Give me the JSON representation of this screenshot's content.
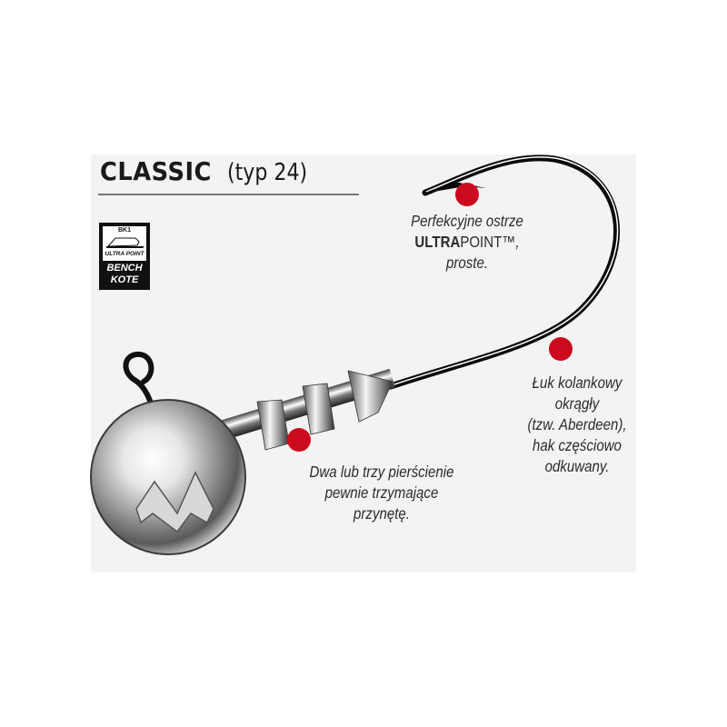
{
  "header": {
    "title": "CLASSIC",
    "subtitle": "(typ 24)"
  },
  "badge": {
    "model": "BK1",
    "line1": "ULTRA POINT",
    "line2": "BENCH",
    "line3": "KOTE"
  },
  "callouts": [
    {
      "id": "point",
      "lines": [
        "Perfekcyjne ostrze",
        "ULTRA",
        "POINT™",
        ",",
        "proste."
      ]
    },
    {
      "id": "bend",
      "lines": [
        "Łuk kolankowy",
        "okrągły",
        "(tzw. Aberdeen),",
        "hak częściowo",
        "odkuwany."
      ]
    },
    {
      "id": "rings",
      "lines": [
        "Dwa lub trzy pierścienie",
        "pewnie trzymające",
        "przynętę."
      ]
    }
  ],
  "colors": {
    "marker": "#cc0a1e",
    "panel": "#f3f3f3",
    "text": "#2b2b2b",
    "hook": "#0a0a0a"
  }
}
